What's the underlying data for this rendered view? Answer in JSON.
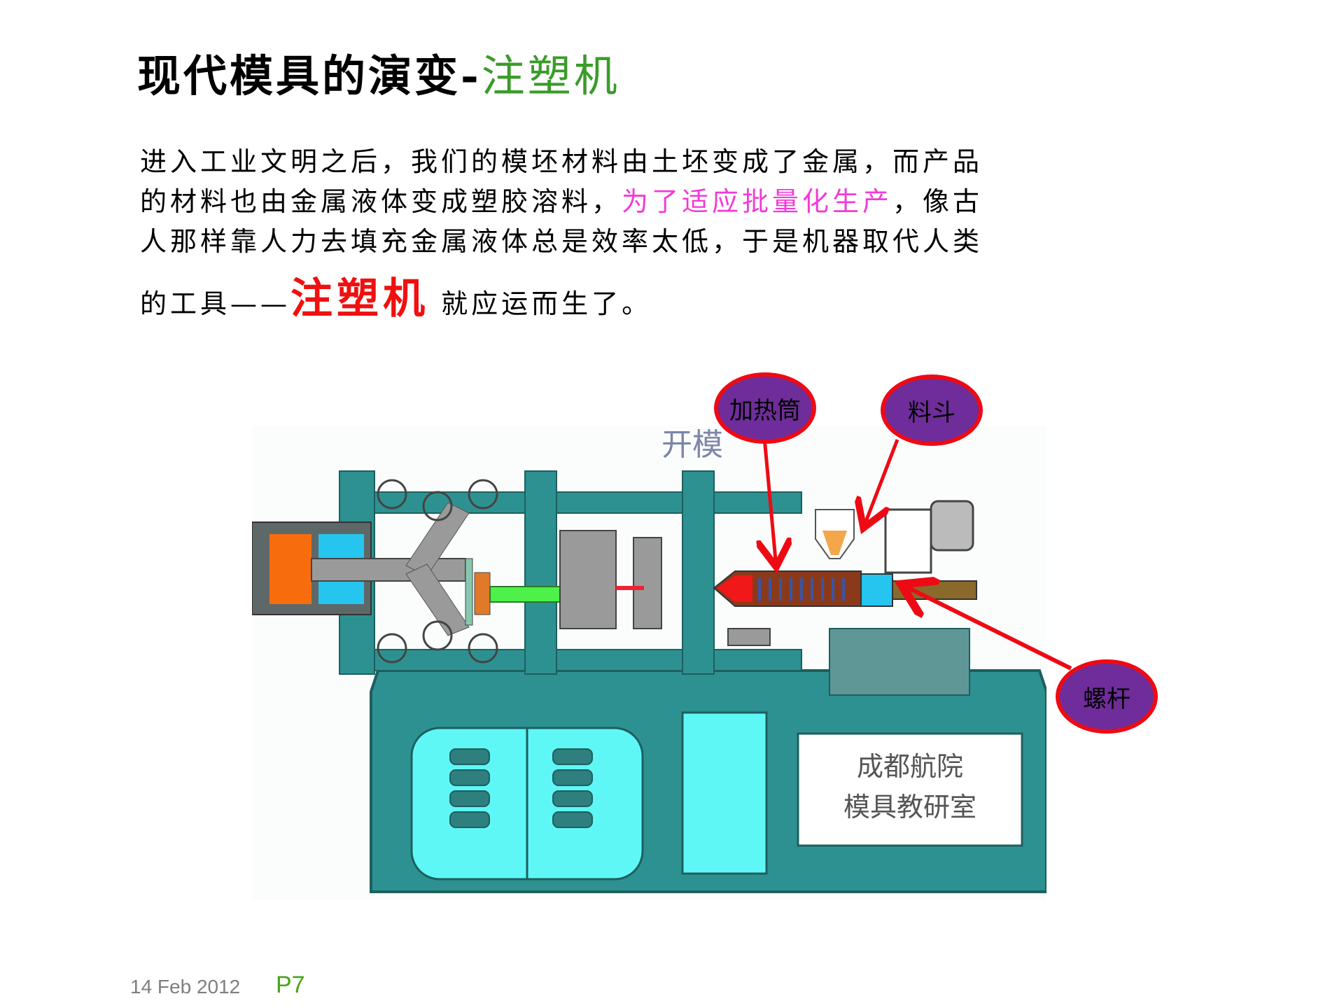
{
  "slide": {
    "title_main": "现代模具的演变-",
    "title_highlight": "注塑机",
    "colors": {
      "title_highlight": "#3a9c2a",
      "pink_text": "#f23ad8",
      "red_text": "#f01010",
      "machine_teal": "#2e9191",
      "bubble_fill": "#6e2d9a",
      "bubble_border": "#ee0a14",
      "footer_page": "#4aa51a"
    },
    "body": {
      "line1": "进入工业文明之后，我们的模坯材料由土坯变成了金属，而产品",
      "line2_a": "的材料也由金属液体变成塑胶溶料，",
      "line2_pink": "为了适应批量化生产",
      "line2_b": "，像古",
      "line3": "人那样靠人力去填充金属液体总是效率太低，于是机器取代人类",
      "line4_a": "的工具——",
      "line4_red": "注塑机",
      "line4_b": " 就应运而生了。"
    },
    "diagram": {
      "header_label": "开模",
      "plate_line1": "成都航院",
      "plate_line2": "模具教研室",
      "callouts": [
        {
          "label": "加热筒"
        },
        {
          "label": "料斗"
        },
        {
          "label": "螺杆"
        }
      ]
    },
    "footer": {
      "date": "14 Feb 2012",
      "page": "P7"
    }
  }
}
